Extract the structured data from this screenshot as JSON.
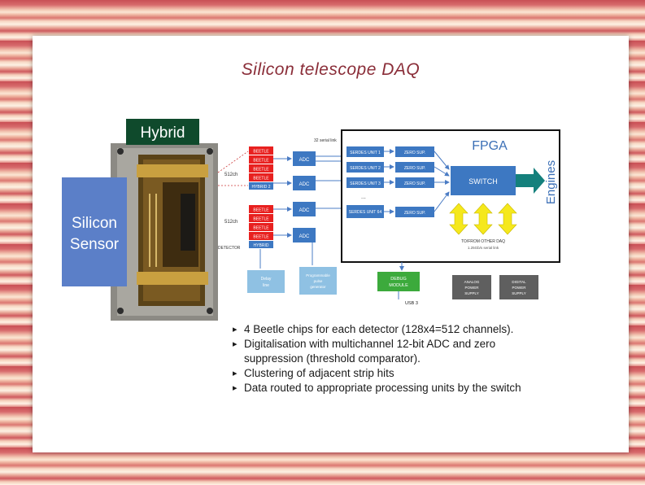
{
  "slide": {
    "title": "Silicon telescope DAQ"
  },
  "figure": {
    "hybrid_label": "Hybrid",
    "sensor_label_line1": "Silicon",
    "sensor_label_line2": "Sensor",
    "serial_link_label": "32 serial link",
    "channels_top": "512ch",
    "channels_bottom": "512ch",
    "detector_label": "DETECTOR",
    "hybrid_blocks": [
      {
        "chips": [
          "BEETLE",
          "BEETLE",
          "BEETLE",
          "BEETLE"
        ],
        "name": "HYBRID 2",
        "adc": [
          "ADC",
          "ADC"
        ]
      },
      {
        "chips": [
          "BEETLE",
          "BEETLE",
          "BEETLE",
          "BEETLE"
        ],
        "name": "HYBRID",
        "adc": [
          "ADC",
          "ADC"
        ]
      }
    ],
    "fpga_title": "FPGA",
    "serdes_units": [
      "SERDES UNIT 1",
      "SERDES UNIT 2",
      "SERDES UNIT 3",
      "SERDES UNIT 64"
    ],
    "zero_sup_label": "ZERO SUP.",
    "ellipsis": "...",
    "switch_label": "SWITCH",
    "engines_label": "Engines",
    "to_from_label": "TO/FROM OTHER DAQ",
    "link_note": "1.25Gb/s serial link",
    "debug_module_line1": "DEBUG",
    "debug_module_line2": "MODULE",
    "usb_label": "USB 3",
    "delay_line_line1": "Delay",
    "delay_line_line2": "line",
    "pulse_gen_line1": "Programmable",
    "pulse_gen_line2": "pulse",
    "pulse_gen_line3": "generator",
    "analog_line1": "ANALOG",
    "analog_line2": "POWER",
    "analog_line3": "SUPPLY",
    "digital_line1": "DIGITAL",
    "digital_line2": "POWER",
    "digital_line3": "SUPPLY",
    "colors": {
      "hybrid_label_bg": "#0f4a2c",
      "sensor_bg": "#5b7fc8",
      "chip_red": "#e8201f",
      "hybrid_blue": "#3d78c2",
      "fpga_border": "#111111",
      "fpga_title": "#3b6fb6",
      "engines_arrow": "#14807c",
      "debug_green": "#3caa3c",
      "arrow_yellow": "#f5e81c",
      "psu_gray": "#5f5f5f"
    }
  },
  "bullets": [
    "4 Beetle chips for each detector (128x4=512 channels).",
    "Digitalisation with multichannel 12-bit ADC and zero suppression (threshold comparator).",
    "Clustering of adjacent strip hits",
    "Data routed to appropriate processing units by the switch"
  ]
}
